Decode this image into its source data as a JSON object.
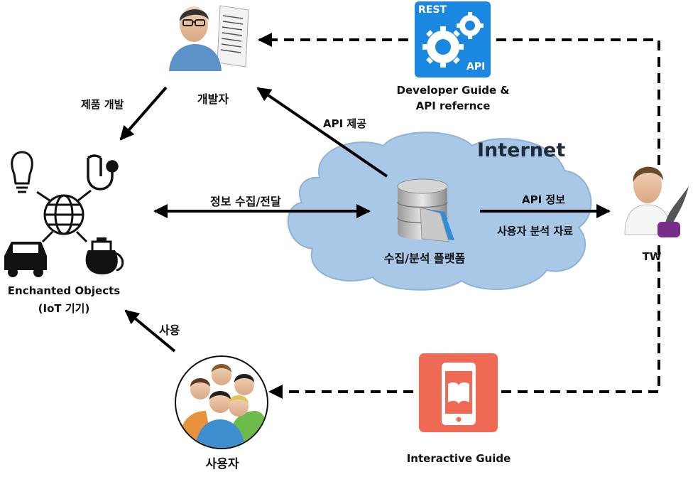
{
  "nodes": {
    "developer": "개발자",
    "developer_guide": "Developer Guide &",
    "api_reference": "API refernce",
    "rest_badge": "REST",
    "api_badge": "API",
    "internet": "Internet",
    "platform": "수집/분석 플랫폼",
    "tw": "TW",
    "objects_line1": "Enchanted Objects",
    "objects_line2": "(IoT 기기)",
    "users": "사용자",
    "interactive_guide": "Interactive Guide"
  },
  "edges": {
    "product_dev": "제품 개발",
    "api_provide": "API 제공",
    "info_exchange": "정보 수집/전달",
    "api_info": "API 정보",
    "user_analysis": "사용자 분석 자료",
    "usage": "사용"
  },
  "colors": {
    "cloud": "#a9c8e8",
    "cloud_stroke": "#8fb2d6",
    "rest_tile": "#1a88e0",
    "guide_tile": "#ee6a55",
    "arrow": "#000000"
  },
  "icons": {
    "developer": "developer-person-icon",
    "rest_api": "rest-api-gears-icon",
    "database": "database-icon",
    "tw": "tw-person-icon",
    "bulb": "lightbulb-icon",
    "stethoscope": "stethoscope-icon",
    "globe": "globe-icon",
    "car": "car-icon",
    "kettle": "coffee-pot-icon",
    "users": "users-group-icon",
    "guide": "phone-book-icon"
  }
}
